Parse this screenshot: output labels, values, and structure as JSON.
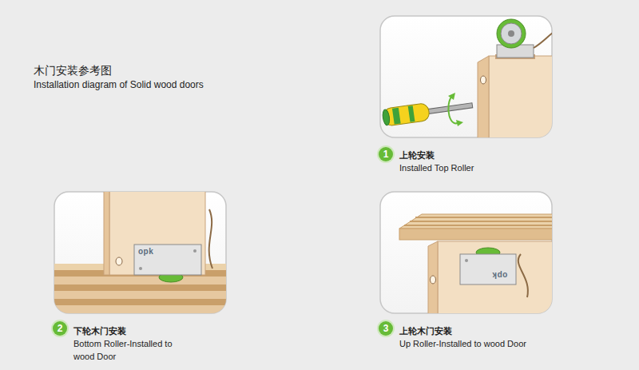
{
  "diagram": {
    "title": "木门安装参考图",
    "nodes": [
      {
        "text": [
          "上轮安装",
          "Installed Top Roller"
        ]
      },
      {
        "text": [
          "下轮木门安装",
          "Bottom Roller-Installed to wood Door"
        ]
      },
      {
        "text": [
          "上轮木门安装",
          "Up Roller-Installed to wood Door"
        ]
      }
    ],
    "labels": [
      "Installation diagram of Solid wood doors",
      "1",
      "2",
      "3",
      "opk",
      "opk"
    ]
  }
}
